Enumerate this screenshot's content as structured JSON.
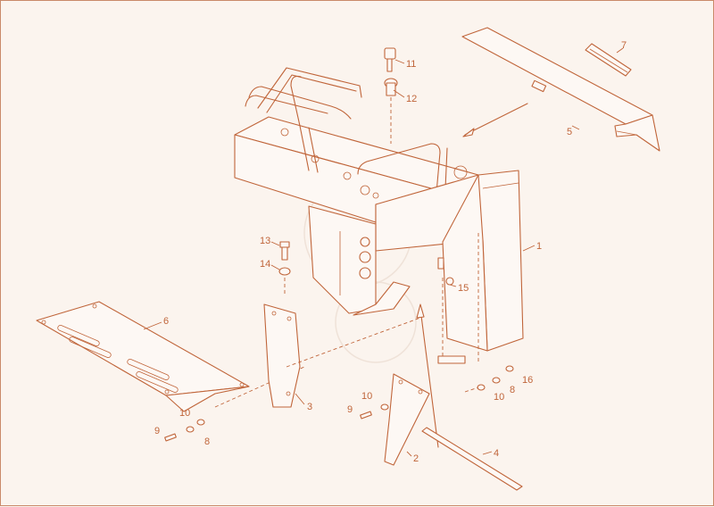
{
  "diagram": {
    "colors": {
      "line": "#c0653a",
      "background": "#fbf4ee",
      "fill": "#fdf8f4"
    },
    "callouts": [
      {
        "id": "c1",
        "text": "1"
      },
      {
        "id": "c2",
        "text": "2"
      },
      {
        "id": "c3",
        "text": "3"
      },
      {
        "id": "c4",
        "text": "4"
      },
      {
        "id": "c5",
        "text": "5"
      },
      {
        "id": "c6",
        "text": "6"
      },
      {
        "id": "c7",
        "text": "7"
      },
      {
        "id": "c8a",
        "text": "8"
      },
      {
        "id": "c8b",
        "text": "8"
      },
      {
        "id": "c9a",
        "text": "9"
      },
      {
        "id": "c9b",
        "text": "9"
      },
      {
        "id": "c10a",
        "text": "10"
      },
      {
        "id": "c10b",
        "text": "10"
      },
      {
        "id": "c10c",
        "text": "10"
      },
      {
        "id": "c11",
        "text": "11"
      },
      {
        "id": "c12",
        "text": "12"
      },
      {
        "id": "c13",
        "text": "13"
      },
      {
        "id": "c14",
        "text": "14"
      },
      {
        "id": "c15",
        "text": "15"
      },
      {
        "id": "c16",
        "text": "16"
      }
    ]
  }
}
